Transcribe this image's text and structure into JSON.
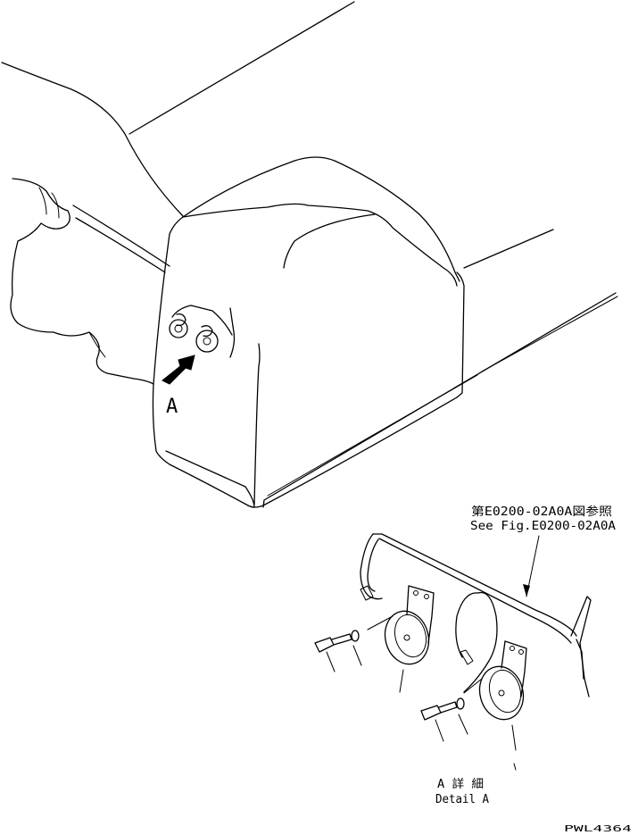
{
  "labels": {
    "view_marker": "A",
    "ref_jp": "第E0200-02A0A図参照",
    "ref_en": "See Fig.E0200-02A0A",
    "detail_jp": "A 詳 細",
    "detail_en": "Detail A",
    "drawing_no": "PWL4364"
  }
}
